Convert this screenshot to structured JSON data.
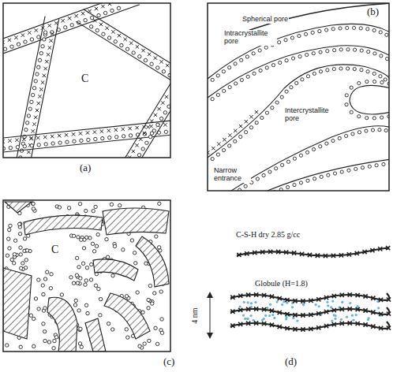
{
  "diagram": {
    "labels": [
      "(a)",
      "C",
      "Spherical pore",
      "Intracrystallite pore",
      "Intercrystallite pore",
      "Narrow entrance",
      "(b)",
      "(c)",
      "C",
      "C-S-H dry 2.85 g/cc",
      "Globule (H=1.8)",
      "4 nm",
      "(d)"
    ]
  }
}
